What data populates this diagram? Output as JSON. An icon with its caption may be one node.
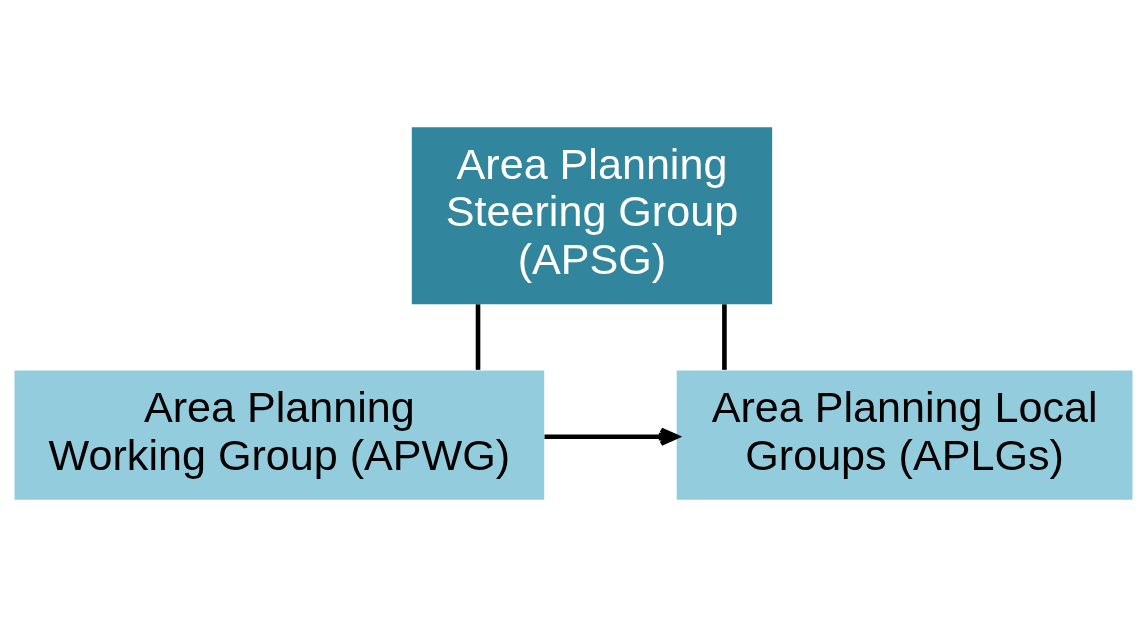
{
  "diagram": {
    "nodes": [
      {
        "text": [
          "Area Planning Steering Group (APSG)"
        ]
      },
      {
        "text": [
          "Area Planning Working Group (APWG)"
        ]
      },
      {
        "text": [
          "Area Planning Local Groups (APLGs)"
        ]
      }
    ],
    "edges": [
      {
        "from": 0,
        "to": 1,
        "arrow": "none"
      },
      {
        "from": 0,
        "to": 2,
        "arrow": "none"
      },
      {
        "from": 1,
        "to": 2,
        "arrow": "to"
      }
    ]
  }
}
